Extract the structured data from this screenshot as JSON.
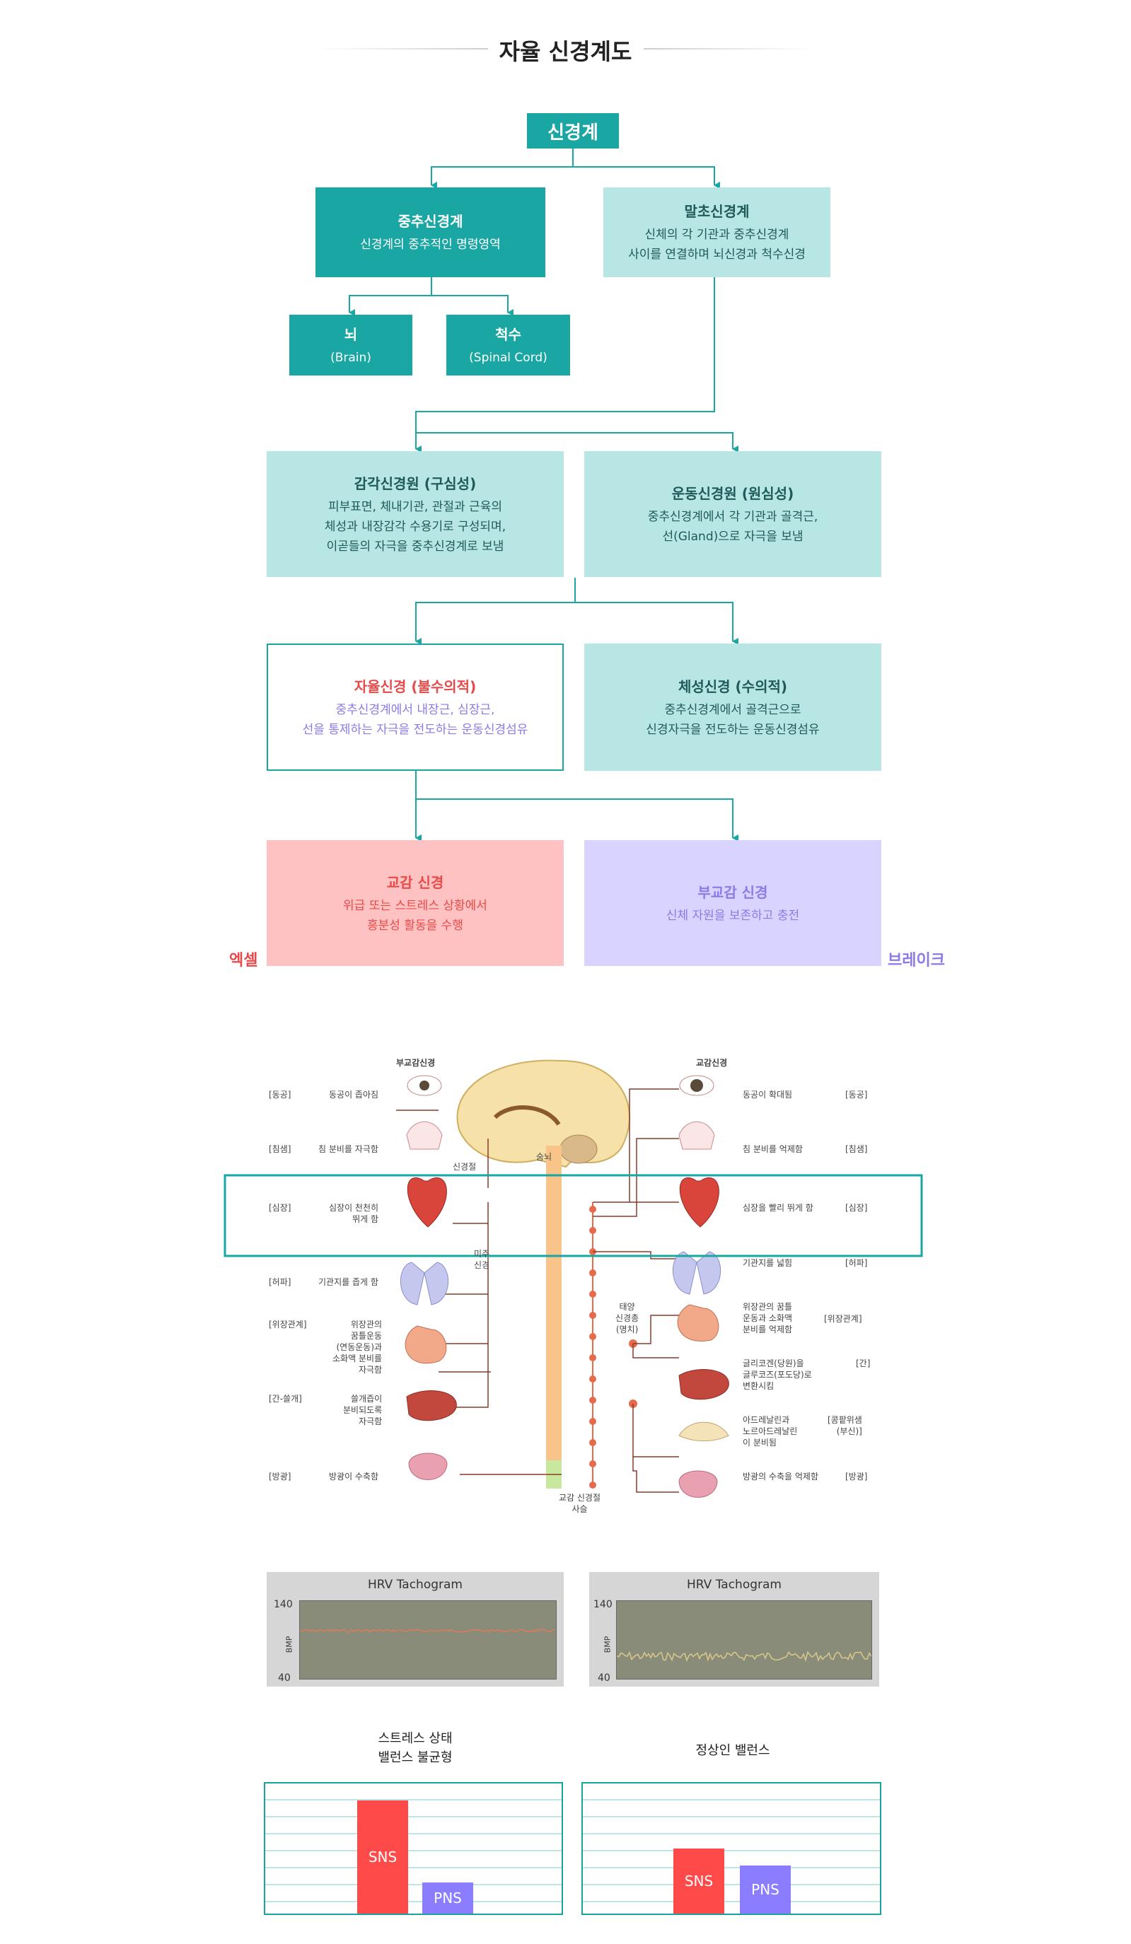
{
  "page_title": "자율 신경계도",
  "flow": {
    "root": "신경계",
    "central": {
      "title": "중추신경계",
      "desc": "신경계의 중추적인 명령영역"
    },
    "peripheral": {
      "title": "말초신경계",
      "desc": "신체의 각 기관과 중추신경계\n사이를 연결하며 뇌신경과 척수신경"
    },
    "brain": {
      "title": "뇌",
      "desc": "(Brain)"
    },
    "spinal": {
      "title": "척수",
      "desc": "(Spinal Cord)"
    },
    "sensory": {
      "title": "감각신경원 (구심성)",
      "desc": "피부표면, 체내기관, 관절과 근육의\n체성과 내장감각 수용기로 구성되며,\n이곧들의 자극을 중추신경계로 보냄"
    },
    "motor": {
      "title": "운동신경원 (원심성)",
      "desc": "중추신경계에서 각 기관과 골격근,\n선(Gland)으로 자극을 보냄"
    },
    "autonomic": {
      "title": "자율신경 (불수의적)",
      "desc": "중추신경계에서 내장근, 심장근,\n선을 통제하는 자극을 전도하는 운동신경섬유"
    },
    "somatic": {
      "title": "체성신경 (수의적)",
      "desc": "중추신경계에서 골격근으로\n신경자극을 전도하는 운동신경섬유"
    },
    "sympathetic": {
      "title": "교감 신경",
      "desc": "위급 또는 스트레스 상황에서\n흥분성 활동을 수행"
    },
    "parasympathetic": {
      "title": "부교감 신경",
      "desc": "신체 자원을 보존하고 충전"
    },
    "label_excel": "엑셀",
    "label_brake": "브레이크"
  },
  "colors": {
    "teal_dark": "#1aa6a2",
    "teal_light": "#b8e6e4",
    "sympathetic_bg": "#ffc2c2",
    "parasympathetic_bg": "#d9d4ff",
    "red": "#e84a4a",
    "purple": "#8a7be8"
  },
  "anatomy": {
    "head_left": "부교감신경",
    "head_right": "교감신경",
    "left_rows": [
      {
        "tag": "[동공]",
        "text": "동공이 좁아짐"
      },
      {
        "tag": "[침샘]",
        "text": "침 분비를 자극함"
      },
      {
        "tag": "[심장]",
        "text": "심장이 천천히\n뛰게 함"
      },
      {
        "tag": "[허파]",
        "text": "기관지를 좁게 함"
      },
      {
        "tag": "[위장관계]",
        "text": "위장관의\n꿈틀운동\n(연동운동)과\n소화액 분비를\n자극함"
      },
      {
        "tag": "[간-쓸개]",
        "text": "쓸개즙이\n분비되도록\n자극함"
      },
      {
        "tag": "[방광]",
        "text": "방광이 수축함"
      }
    ],
    "right_rows": [
      {
        "tag": "[동공]",
        "text": "동공이 확대됨"
      },
      {
        "tag": "[침샘]",
        "text": "침 분비를 억제함"
      },
      {
        "tag": "[심장]",
        "text": "심장을 빨리 뛰게 함"
      },
      {
        "tag": "[허파]",
        "text": "기관지를 넓힘"
      },
      {
        "tag": "[위장관계]",
        "text": "위장관의 꿈틀\n운동과 소화액\n분비를 억제함"
      },
      {
        "tag": "[간]",
        "text": "글리코겐(당원)을\n글루코즈(포도당)로\n변환시킴"
      },
      {
        "tag": "[콩팥위샘\n(부신)]",
        "text": "아드레날린과\n노르아드레날린\n이 분비됨"
      },
      {
        "tag": "[방광]",
        "text": "방광의 수축을 억제함"
      }
    ],
    "mid_labels": {
      "ganglion": "신경절",
      "brain": "숨뇌",
      "vagus": "미주\n신경",
      "solar": "태양\n신경총\n(명치)",
      "chain": "교감 신경절\n사슬"
    }
  },
  "hrv_charts": [
    {
      "title": "HRV Tachogram",
      "y_top": "140",
      "y_bottom": "40",
      "y_label": "BMP",
      "variability": "low"
    },
    {
      "title": "HRV Tachogram",
      "y_top": "140",
      "y_bottom": "40",
      "y_label": "BMP",
      "variability": "high"
    }
  ],
  "balance": [
    {
      "title": "스트레스 상태\n밸런스 불균형",
      "sns_label": "SNS",
      "pns_label": "PNS",
      "sns_level": 0.87,
      "pns_level": 0.24
    },
    {
      "title": "정상인 밸런스",
      "sns_label": "SNS",
      "pns_label": "PNS",
      "sns_level": 0.5,
      "pns_level": 0.37
    }
  ]
}
